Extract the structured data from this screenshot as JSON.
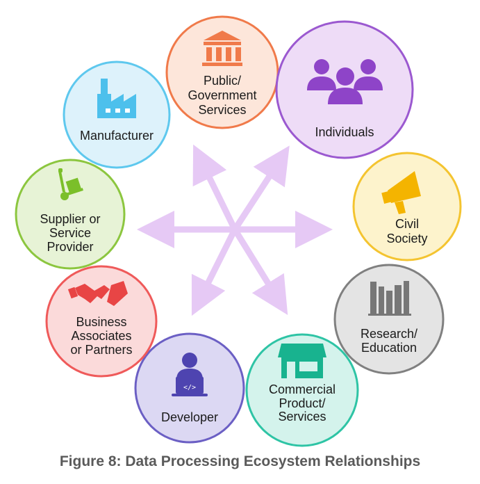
{
  "nodes": {
    "public": {
      "lines": [
        "Public/",
        "Government",
        "Services"
      ],
      "icon": "building-columns-icon",
      "stroke": "#f07a4a",
      "fill": "#fde6da",
      "icon_color": "#f07a4a"
    },
    "individuals": {
      "lines": [
        "Individuals"
      ],
      "icon": "people-group-icon",
      "stroke": "#9b59d0",
      "fill": "#eedcf7",
      "icon_color": "#8e44c8"
    },
    "civil": {
      "lines": [
        "Civil",
        "Society"
      ],
      "icon": "megaphone-icon",
      "stroke": "#f4c430",
      "fill": "#fdf3cc",
      "icon_color": "#f4b400"
    },
    "research": {
      "lines": [
        "Research/",
        "Education"
      ],
      "icon": "books-icon",
      "stroke": "#808080",
      "fill": "#e4e4e4",
      "icon_color": "#777777"
    },
    "commercial": {
      "lines": [
        "Commercial",
        "Product/",
        "Services"
      ],
      "icon": "storefront-icon",
      "stroke": "#2ec4a5",
      "fill": "#d4f3ec",
      "icon_color": "#18b38f"
    },
    "developer": {
      "lines": [
        "Developer"
      ],
      "icon": "developer-laptop-icon",
      "stroke": "#6b5fc4",
      "fill": "#dcd8f3",
      "icon_color": "#4e44b0"
    },
    "business": {
      "lines": [
        "Business",
        "Associates",
        "or Partners"
      ],
      "icon": "handshake-icon",
      "stroke": "#ef5a5a",
      "fill": "#fbdada",
      "icon_color": "#e84545"
    },
    "supplier": {
      "lines": [
        "Supplier or",
        "Service",
        "Provider"
      ],
      "icon": "hand-truck-icon",
      "stroke": "#8cc63f",
      "fill": "#e7f3d6",
      "icon_color": "#7bbf2a"
    },
    "manufacturer": {
      "lines": [
        "Manufacturer"
      ],
      "icon": "factory-icon",
      "stroke": "#5ec8ee",
      "fill": "#ddf2fb",
      "icon_color": "#4dc0ec"
    }
  },
  "arrows_color": "#e6c9f5",
  "caption": "Figure 8: Data Processing Ecosystem Relationships"
}
